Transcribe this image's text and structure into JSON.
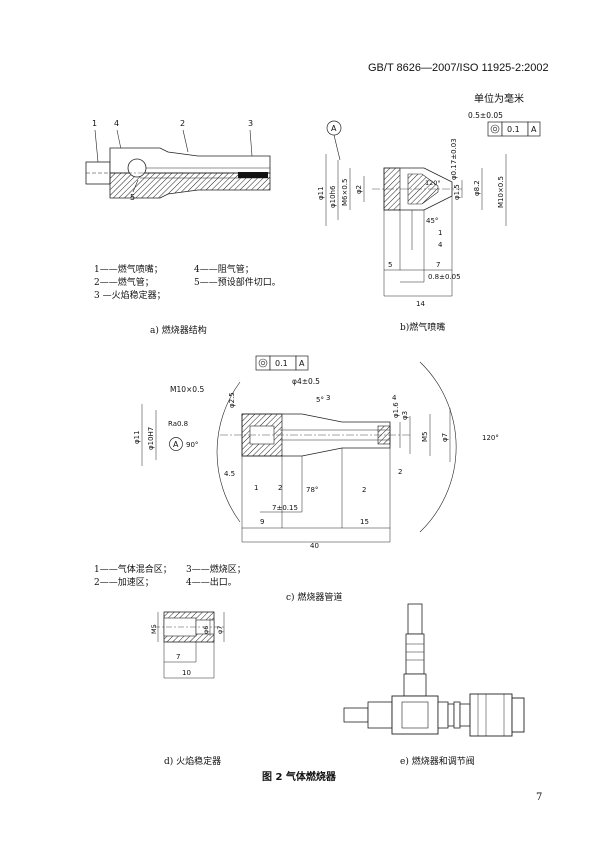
{
  "header": {
    "standard": "GB/T 8626—2007/ISO 11925-2:2002",
    "unit_note": "单位为毫米"
  },
  "figure_a": {
    "caption": "a)  燃烧器结构",
    "callouts": [
      "1",
      "4",
      "2",
      "3",
      "5"
    ],
    "legend": [
      [
        "1——燃气喷嘴；",
        "4——阻气管；"
      ],
      [
        "2——燃气管；",
        "5——预设部件切口。"
      ],
      [
        "3 —火焰稳定器；",
        ""
      ]
    ]
  },
  "figure_b": {
    "caption": "b)燃气喷嘴",
    "datum": "A",
    "tolerance": {
      "value": "0.1",
      "datum": "A"
    },
    "dims": [
      "0.5±0.05",
      "φ0.17±0.03",
      "φ11",
      "φ10h6",
      "M6×0.5",
      "φ2",
      "120°",
      "φ8.2",
      "M10×0.5",
      "φ1.5",
      "45°",
      "1",
      "4",
      "5",
      "7",
      "0.8±0.05",
      "14"
    ]
  },
  "figure_c": {
    "caption": "c)  燃烧器管道",
    "datum": "A",
    "tolerance": {
      "value": "0.1",
      "datum": "A"
    },
    "callouts": [
      "1",
      "2",
      "3",
      "4"
    ],
    "dims": [
      "φ4±0.5",
      "M10×0.5",
      "φ2.5",
      "5°",
      "Ra0.8",
      "φ11",
      "φ10H7",
      "90°",
      "φ1.6",
      "φ3",
      "M5",
      "φ7",
      "120°",
      "4.5",
      "78°",
      "7±0.15",
      "2",
      "2",
      "9",
      "15",
      "40",
      "1",
      "2",
      "3",
      "4"
    ],
    "legend": [
      [
        "1——气体混合区；",
        "3——燃烧区；"
      ],
      [
        "2——加速区；",
        "4——出口。"
      ]
    ]
  },
  "figure_d": {
    "caption": "d)  火焰稳定器",
    "dims": [
      "M5",
      "φ6",
      "φ7",
      "7",
      "10"
    ]
  },
  "figure_e": {
    "caption": "e)  燃烧器和调节阀"
  },
  "figure_title": "图 2    气体燃烧器",
  "page_number": "7"
}
